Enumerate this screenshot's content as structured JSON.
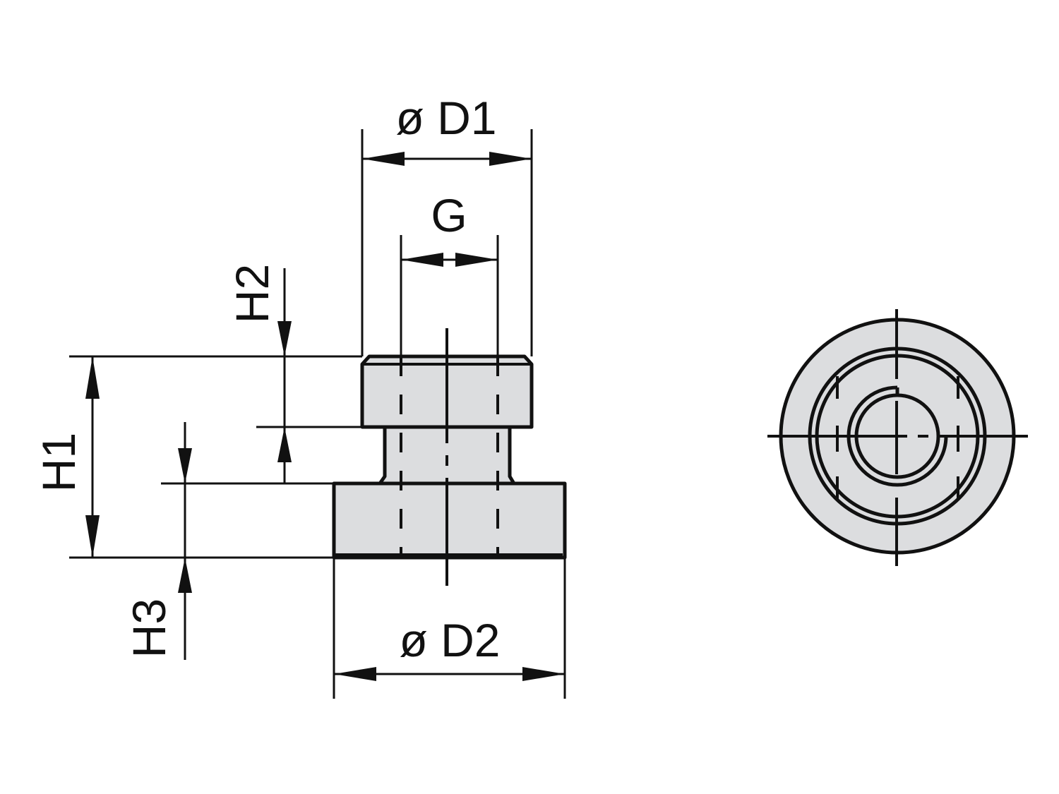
{
  "labels": {
    "d1": "ø D1",
    "g": "G",
    "h2": "H2",
    "h1": "H1",
    "h3": "H3",
    "d2": "ø D2"
  },
  "colors": {
    "fill": "#dcdddf",
    "line": "#111111"
  }
}
